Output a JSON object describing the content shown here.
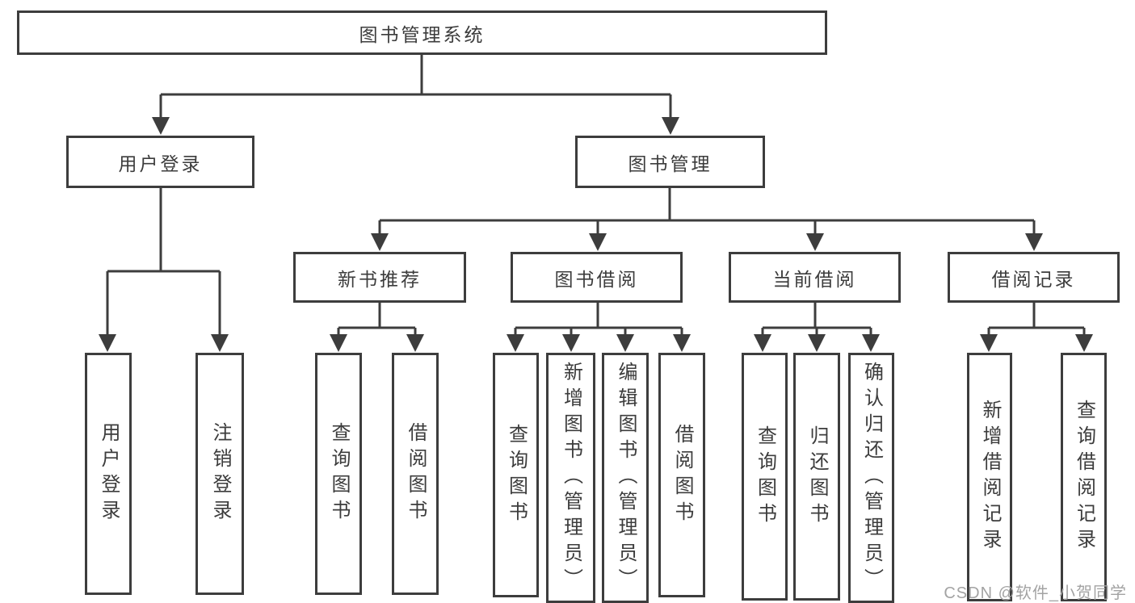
{
  "tree": {
    "label": "图书管理系统",
    "children": [
      {
        "label": "用户登录",
        "children": [
          {
            "label": "用户登录"
          },
          {
            "label": "注销登录"
          }
        ]
      },
      {
        "label": "图书管理",
        "children": [
          {
            "label": "新书推荐",
            "children": [
              {
                "label": "查询图书"
              },
              {
                "label": "借阅图书"
              }
            ]
          },
          {
            "label": "图书借阅",
            "children": [
              {
                "label": "查询图书"
              },
              {
                "label": "新增图书（管理员）"
              },
              {
                "label": "编辑图书（管理员）"
              },
              {
                "label": "借阅图书"
              }
            ]
          },
          {
            "label": "当前借阅",
            "children": [
              {
                "label": "查询图书"
              },
              {
                "label": "归还图书"
              },
              {
                "label": "确认归还（管理员）"
              }
            ]
          },
          {
            "label": "借阅记录",
            "children": [
              {
                "label": "新增借阅记录"
              },
              {
                "label": "查询借阅记录"
              }
            ]
          }
        ]
      }
    ]
  },
  "watermark": {
    "text": "CSDN @软件_小贺同学"
  },
  "colors": {
    "line": "#3d3d3d",
    "text": "#3c3c3c",
    "background": "#ffffff",
    "watermark": "#a3a3a3"
  }
}
